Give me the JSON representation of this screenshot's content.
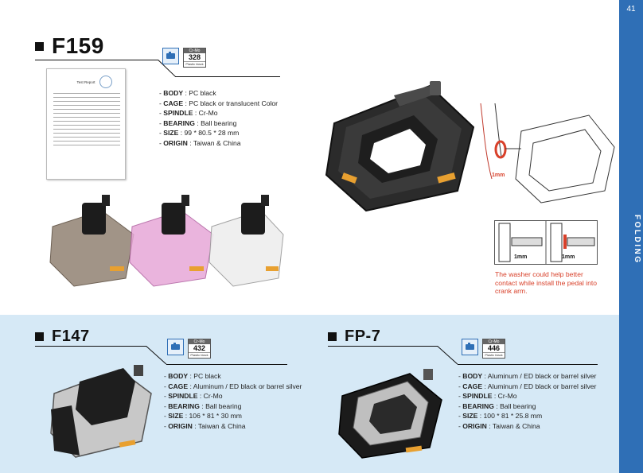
{
  "page": {
    "number": "41",
    "section": "FOLDING"
  },
  "products": {
    "f159": {
      "model": "F159",
      "badge": {
        "material": "Cr-Mo",
        "weight": "328",
        "note": "Plastic black"
      },
      "specs": [
        {
          "key": "BODY",
          "value": "PC black"
        },
        {
          "key": "CAGE",
          "value": "PC black or translucent Color"
        },
        {
          "key": "SPINDLE",
          "value": "Cr-Mo"
        },
        {
          "key": "BEARING",
          "value": "Ball bearing"
        },
        {
          "key": "SIZE",
          "value": "99 * 80.5 * 28 mm"
        },
        {
          "key": "ORIGIN",
          "value": "Taiwan & China"
        }
      ]
    },
    "f147": {
      "model": "F147",
      "badge": {
        "material": "Cr-Mo",
        "weight": "432",
        "note": "Plastic black"
      },
      "specs": [
        {
          "key": "BODY",
          "value": "PC black"
        },
        {
          "key": "CAGE",
          "value": "Aluminum / ED black or barrel silver"
        },
        {
          "key": "SPINDLE",
          "value": "Cr-Mo"
        },
        {
          "key": "BEARING",
          "value": "Ball bearing"
        },
        {
          "key": "SIZE",
          "value": "106 * 81 * 30 mm"
        },
        {
          "key": "ORIGIN",
          "value": "Taiwan & China"
        }
      ]
    },
    "fp7": {
      "model": "FP-7",
      "badge": {
        "material": "Cr-Mo",
        "weight": "446",
        "note": "Plastic black"
      },
      "specs": [
        {
          "key": "BODY",
          "value": "Aluminum / ED black or barrel silver"
        },
        {
          "key": "CAGE",
          "value": "Aluminum / ED black or barrel silver"
        },
        {
          "key": "SPINDLE",
          "value": "Cr-Mo"
        },
        {
          "key": "BEARING",
          "value": "Ball bearing"
        },
        {
          "key": "SIZE",
          "value": "100 * 81 * 25.8 mm"
        },
        {
          "key": "ORIGIN",
          "value": "Taiwan & China"
        }
      ]
    }
  },
  "report": {
    "title": "Test Report"
  },
  "diagram": {
    "mm_label": "1mm",
    "caption": "The washer could help better contact while install the pedal into crank arm."
  },
  "colors": {
    "accent": "#2f6fb6",
    "band": "#d6e9f6",
    "caption": "#d8402a"
  },
  "icons": [
    "pedal-icon",
    "washer-icon"
  ]
}
